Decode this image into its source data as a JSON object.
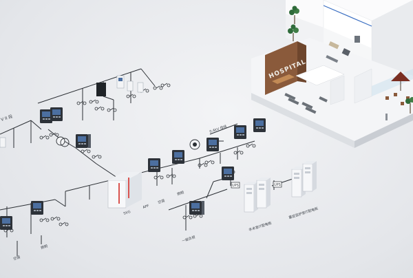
{
  "labels": {
    "bus_left": "V II 段",
    "bus_mid": "0.4kV 母线",
    "svg_label": "SVG",
    "apf_label": "APF",
    "ac_label": "空调",
    "light_label": "照明",
    "light2_label": "照明",
    "ac2_label": "空调",
    "ups_label": "UPS",
    "ups2_label": "UPS",
    "cabinet1_label": "手术室IT配电柜",
    "cabinet2_label": "重症监护室IT配电柜",
    "load_label": "一级负荷",
    "hospital_sign": "HOSPITAL"
  },
  "colors": {
    "wire": "#2b2f34",
    "meter_dark": "#2d3239",
    "screen": "#4c6fa0",
    "building": "#ffffff",
    "accent_blue": "#3b6fc2",
    "cabinet_red": "#d9534f"
  },
  "icons": [
    "power-meter-icon",
    "breaker-icon",
    "transformer-icon",
    "cabinet-icon",
    "palm-tree-icon",
    "umbrella-icon"
  ]
}
